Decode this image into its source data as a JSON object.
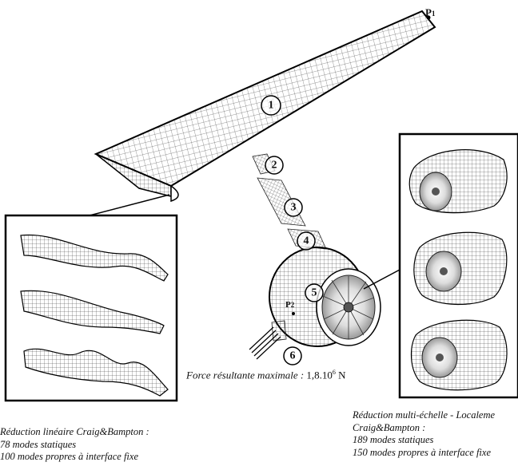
{
  "points": {
    "p1": "P",
    "p1_sub": "1",
    "p2": "P",
    "p2_sub": "2"
  },
  "components": [
    {
      "id": "wing",
      "number": "1"
    },
    {
      "id": "pylon-segment-2",
      "number": "2"
    },
    {
      "id": "pylon-segment-3",
      "number": "3"
    },
    {
      "id": "pylon-segment-4",
      "number": "4"
    },
    {
      "id": "engine-nacelle",
      "number": "5"
    },
    {
      "id": "force-application",
      "number": "6"
    }
  ],
  "force": {
    "label": "Force résultante maximale :",
    "value": "1,8.10",
    "exponent": "6",
    "unit": "N"
  },
  "captions": {
    "left": {
      "line1": "Réduction linéaire Craig&Bampton :",
      "line2": "78 modes statiques",
      "line3": "100 modes propres à interface fixe"
    },
    "right": {
      "line1": "Réduction multi-échelle - Localeme",
      "line2": "Craig&Bampton :",
      "line3": "189 modes statiques",
      "line4": "150 modes propres à interface fixe"
    }
  },
  "colors": {
    "mesh_line": "#2b2b2b",
    "outline": "#000000",
    "background": "#ffffff"
  }
}
